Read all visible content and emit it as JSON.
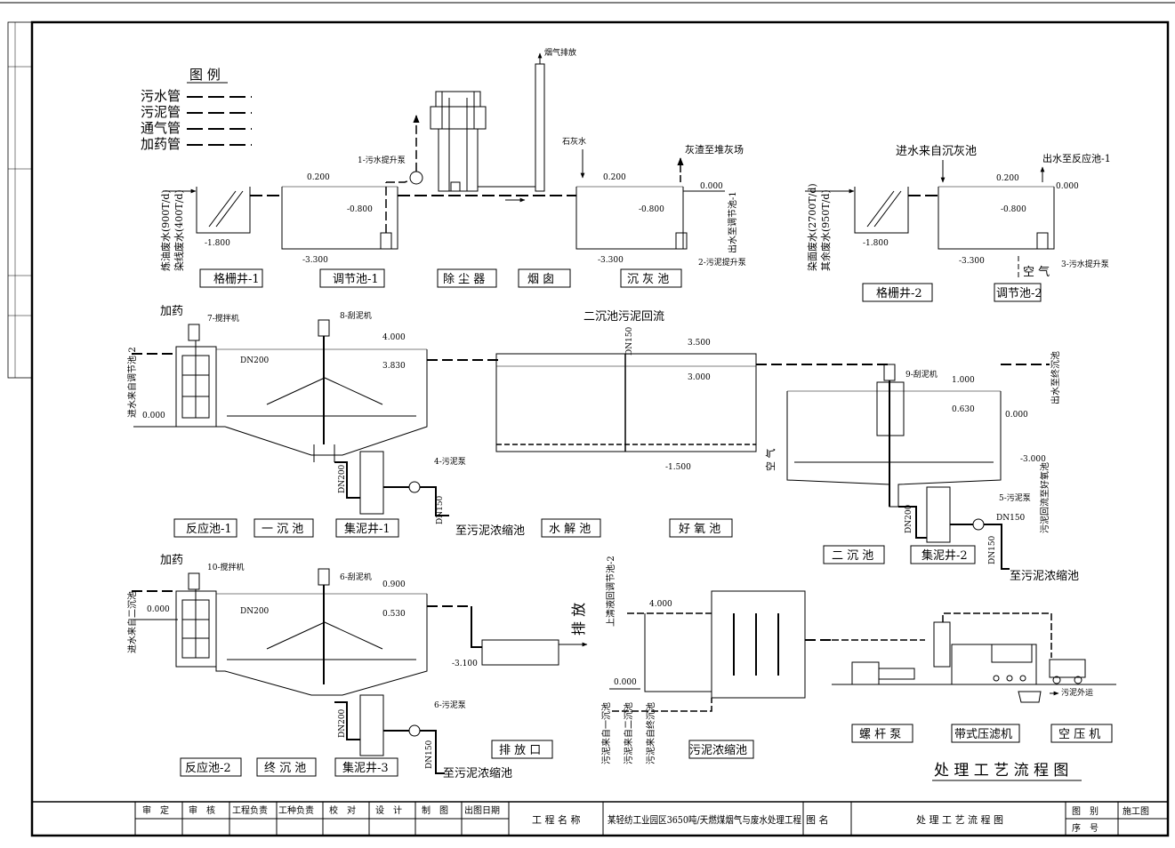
{
  "legend": {
    "title": "图 例",
    "items": [
      {
        "label": "污水管",
        "code": "WS"
      },
      {
        "label": "污泥管",
        "code": "WS"
      },
      {
        "label": "通气管",
        "code": "A"
      },
      {
        "label": "加药管",
        "code": "J"
      }
    ]
  },
  "units": {
    "grid1": "格栅井-1",
    "tiao1": "调节池-1",
    "chuchen": "除 尘 器",
    "yancong": "烟 囱",
    "chenhui": "沉 灰 池",
    "grid2": "格栅井-2",
    "tiao2": "调节池-2",
    "fanying1": "反应池-1",
    "yichen": "一 沉 池",
    "jini1": "集泥井-1",
    "shuijie": "水 解 池",
    "haoyang": "好 氧 池",
    "erchen": "二 沉 池",
    "jini2": "集泥井-2",
    "fanying2": "反应池-2",
    "zhongchen": "终 沉 池",
    "jini3": "集泥井-3",
    "paifangkou": "排 放 口",
    "nongsuo": "污泥浓缩池",
    "luogan": "螺 杆 泵",
    "daishi": "带式压滤机",
    "kongya": "空 压 机"
  },
  "annotations": {
    "yanqi": "烟气排放",
    "pump1": "1-污水提升泵",
    "shihui": "石灰水",
    "huizha": "灰渣至堆灰场",
    "pump2": "2-污泥提升泵",
    "chushui_tiao": "出水至调节池-1",
    "inflow1a": "炼油废水(900T/d)",
    "inflow1b": "染线废水(400T/d)",
    "inflow2a": "染面废水(2700T/d)",
    "inflow2b": "其余废水(950T/d)",
    "jinshui_chenhui": "进水来自沉灰池",
    "chushui_fanying": "出水至反应池-1",
    "kongqi": "空 气",
    "pump3": "3-污水提升泵",
    "jiayao": "加药",
    "mixer7": "7-搅拌机",
    "scraper8": "8-刮泥机",
    "jinshui_tiao2": "进水来自调节池-2",
    "erchen_huiliu": "二沉池污泥回流",
    "scraper9": "9-刮泥机",
    "chushui_zhongchen": "出水至终沉池",
    "kongqi2": "空 气",
    "pump4": "4-污泥泵",
    "zhi_nongsuo": "至污泥浓缩池",
    "pump5": "5-污泥泵",
    "wuni_huiliu": "污泥回流至好氧池",
    "mixer10": "10-搅拌机",
    "scraper6": "6-刮泥机",
    "jinshui_erchen": "进水来自二沉池",
    "paifang": "排 放",
    "pump6": "6-污泥泵",
    "shangqing": "上清液回调节池-2",
    "from_yichen": "污泥来自一沉池",
    "from_erchen": "污泥来自二沉池",
    "from_zhongchen": "污泥来自终沉池",
    "wuni_waiyun": "污泥外运",
    "dn200": "DN200",
    "dn150": "DN150"
  },
  "levels": {
    "a": "0.200",
    "b": "-0.800",
    "c": "-1.800",
    "d": "-3.300",
    "e": "0.000",
    "f": "4.000",
    "g": "3.830",
    "h": "3.500",
    "i": "3.000",
    "j": "-1.500",
    "k": "1.000",
    "l": "0.630",
    "m": "-3.000",
    "n": "0.900",
    "o": "0.530",
    "p": "-3.100"
  },
  "diagram_title": "处 理 工 艺 流 程 图",
  "title_block": {
    "roles": [
      "审　定",
      "审　核",
      "工程负责",
      "工种负责",
      "校　对",
      "设　计",
      "制　图",
      "出图日期"
    ],
    "project_label": "工 程 名 称",
    "project_name": "某轻纺工业园区3650吨/天燃煤烟气与废水处理工程",
    "drawing_label": "图 名",
    "drawing_name": "处 理 工 艺 流 程 图",
    "category_label": "图　别",
    "category_value": "施工图",
    "number_label": "序　号"
  }
}
